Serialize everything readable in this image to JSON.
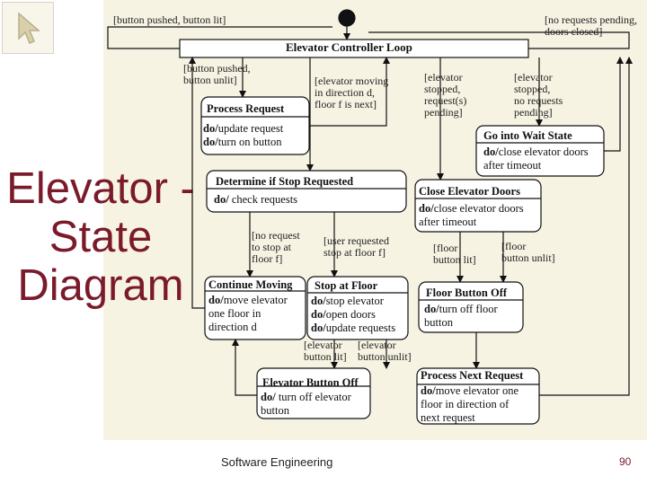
{
  "slide": {
    "title_lines": [
      "Elevator -",
      "State",
      "Diagram"
    ],
    "footer": "Software Engineering",
    "page_number": "90"
  },
  "diagram": {
    "loop": {
      "name": "Elevator Controller Loop"
    },
    "transitions": {
      "t_button_pushed_lit": "[button pushed, button lit]",
      "t_no_requests_closed": "[no requests pending,\n doors closed]",
      "t_button_pushed_unlit": "[button pushed,\n button unlit]",
      "t_elevator_moving": "[elevator moving\n in direction d,\n floor f is next]",
      "t_stopped_requests": "[elevator\nstopped,\nrequest(s)\npending]",
      "t_stopped_no_requests": "[elevator\nstopped,\nno requests\npending]",
      "t_no_request_stop": "[no request\nto stop at\nfloor f]",
      "t_user_requested_stop": "[user requested\nstop at floor f]",
      "t_floor_button_lit": "[floor\nbutton lit]",
      "t_floor_button_unlit": "[floor\nbutton unlit]",
      "t_elevator_button_lit": "[elevator\nbutton lit]",
      "t_elevator_button_unlit": "[elevator\nbutton unlit]"
    },
    "states": {
      "process_request": {
        "name": "Process Request",
        "actions": "do/update request\ndo/turn on button"
      },
      "go_wait": {
        "name": "Go into Wait State",
        "actions": "do/close elevator doors\nafter timeout"
      },
      "determine_stop": {
        "name": "Determine if Stop Requested",
        "actions": "do/ check requests"
      },
      "close_doors": {
        "name": "Close Elevator Doors",
        "actions": "do/close elevator doors\nafter timeout"
      },
      "continue_moving": {
        "name": "Continue Moving",
        "actions": "do/move elevator\none floor in\ndirection d"
      },
      "stop_at_floor": {
        "name": "Stop at Floor",
        "actions": "do/stop elevator\ndo/open doors\ndo/update requests"
      },
      "floor_button_off": {
        "name": "Floor Button Off",
        "actions": "do/turn off floor\nbutton"
      },
      "elevator_button_off": {
        "name": "Elevator Button Off",
        "actions": "do/ turn off elevator\nbutton"
      },
      "process_next": {
        "name": "Process Next Request",
        "actions": "do/move elevator one\nfloor in direction of\nnext request"
      }
    },
    "colors": {
      "panel": "#f7f3e3",
      "title": "#7a1a2a",
      "line": "#111111"
    }
  }
}
